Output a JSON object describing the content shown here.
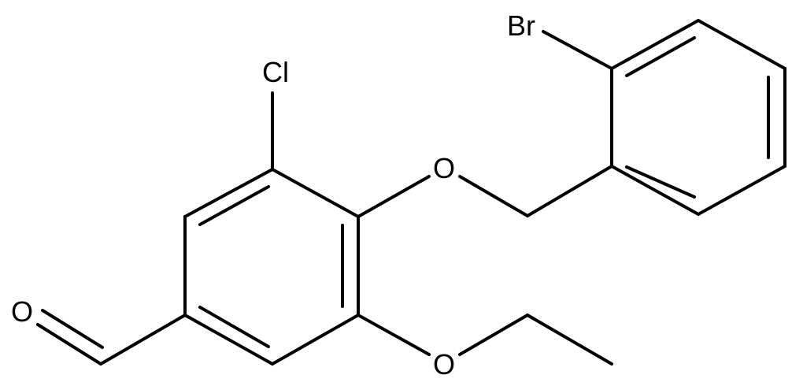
{
  "molecule": {
    "atoms": {
      "br": "Br",
      "cl": "Cl",
      "o_ether": "O",
      "o_aldehyde": "O",
      "o_ethoxy": "O"
    },
    "colors": {
      "bond": "#000000",
      "label": "#000000",
      "background": "#ffffff"
    }
  }
}
